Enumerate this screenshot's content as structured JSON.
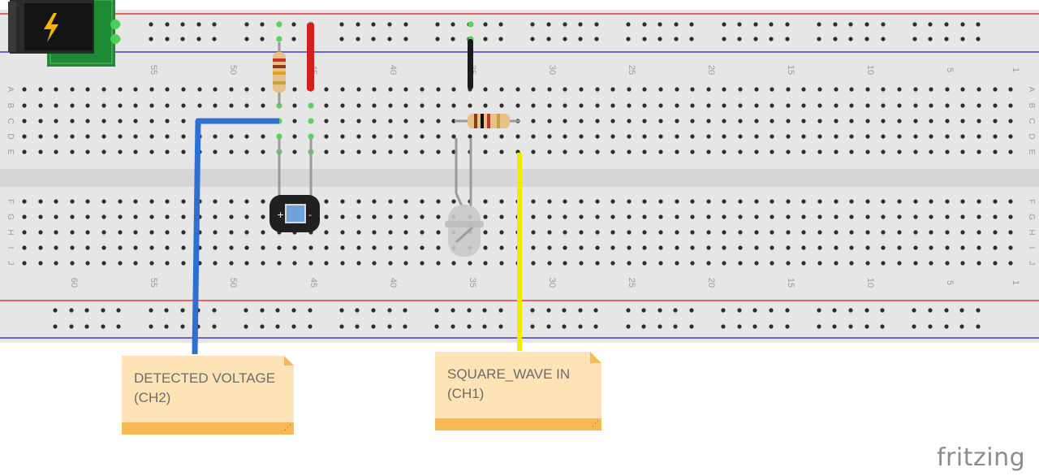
{
  "diagram": {
    "app": "fritzing",
    "column_labels": [
      "60",
      "55",
      "50",
      "45",
      "40",
      "35",
      "30",
      "25",
      "20",
      "15",
      "10",
      "5",
      "1"
    ],
    "row_labels_top": [
      "A",
      "B",
      "C",
      "D",
      "E"
    ],
    "row_labels_bottom": [
      "F",
      "G",
      "H",
      "I",
      "J"
    ],
    "notes": [
      {
        "line1": "DETECTED VOLTAGE",
        "line2": "(CH2)"
      },
      {
        "line1": "SQUARE_WAVE IN",
        "line2": "(CH1)"
      }
    ],
    "components": {
      "power_jack": "lightning-icon",
      "photodiode_left": "+",
      "photodiode_right": "-"
    },
    "wire_colors": {
      "red": "#d31f1f",
      "black": "#1a1a1a",
      "blue": "#2d6fd3",
      "yellow": "#f2ea00"
    },
    "rail_colors": {
      "positive": "#e03b3b",
      "negative": "#3b3bd6"
    }
  }
}
